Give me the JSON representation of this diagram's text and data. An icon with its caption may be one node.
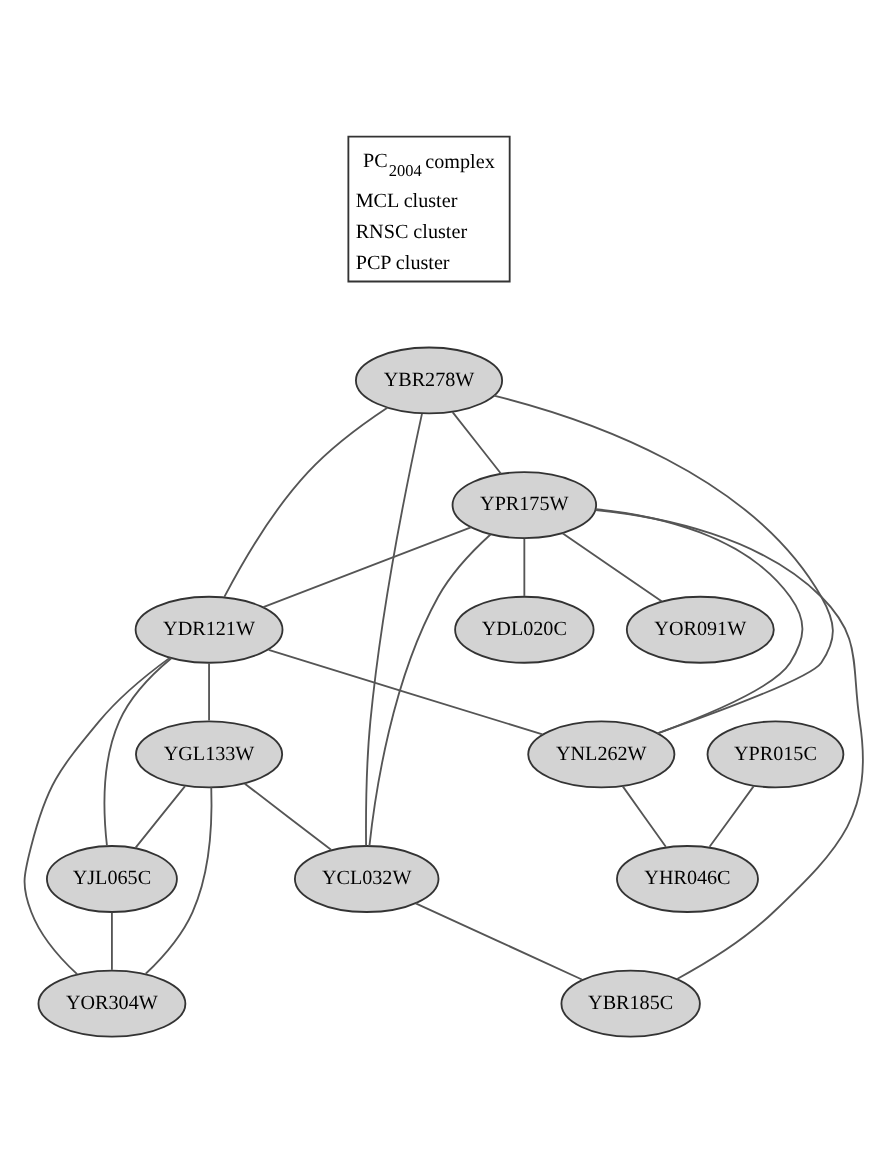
{
  "diagram": {
    "nodes": [
      {
        "text": [
          "YBR278W"
        ]
      },
      {
        "text": [
          "YPR175W"
        ]
      },
      {
        "text": [
          "YDL020C"
        ]
      },
      {
        "text": [
          "YOR091W"
        ]
      },
      {
        "text": [
          "YDR121W"
        ]
      },
      {
        "text": [
          "YPR015C"
        ]
      },
      {
        "text": [
          "YNL262W"
        ]
      },
      {
        "text": [
          "YGL133W"
        ]
      },
      {
        "text": [
          "YHR046C"
        ]
      },
      {
        "text": [
          "YCL032W"
        ]
      },
      {
        "text": [
          "YJL065C"
        ]
      },
      {
        "text": [
          "YBR185C"
        ]
      },
      {
        "text": [
          "YOR304W"
        ]
      }
    ],
    "edges": [
      {
        "from": 0,
        "to": 1,
        "arrow": "none"
      },
      {
        "from": 0,
        "to": 9,
        "arrow": "none"
      },
      {
        "from": 0,
        "to": 4,
        "arrow": "none"
      },
      {
        "from": 0,
        "to": 6,
        "arrow": "none"
      },
      {
        "from": 1,
        "to": 2,
        "arrow": "none"
      },
      {
        "from": 1,
        "to": 3,
        "arrow": "none"
      },
      {
        "from": 1,
        "to": 4,
        "arrow": "none"
      },
      {
        "from": 1,
        "to": 6,
        "arrow": "none"
      },
      {
        "from": 1,
        "to": 9,
        "arrow": "none"
      },
      {
        "from": 1,
        "to": 11,
        "arrow": "none"
      },
      {
        "from": 4,
        "to": 6,
        "arrow": "none"
      },
      {
        "from": 4,
        "to": 7,
        "arrow": "none"
      },
      {
        "from": 4,
        "to": 10,
        "arrow": "none"
      },
      {
        "from": 4,
        "to": 12,
        "arrow": "none"
      },
      {
        "from": 5,
        "to": 8,
        "arrow": "none"
      },
      {
        "from": 6,
        "to": 8,
        "arrow": "none"
      },
      {
        "from": 7,
        "to": 9,
        "arrow": "none"
      },
      {
        "from": 7,
        "to": 10,
        "arrow": "none"
      },
      {
        "from": 7,
        "to": 12,
        "arrow": "none"
      },
      {
        "from": 10,
        "to": 12,
        "arrow": "none"
      },
      {
        "from": 9,
        "to": 11,
        "arrow": "none"
      }
    ],
    "legend": [
      {
        "text": "PC$_{2004}$ complex"
      },
      {
        "text": "MCL cluster"
      },
      {
        "text": "RNSC cluster"
      },
      {
        "text": "PCP cluster"
      }
    ]
  }
}
